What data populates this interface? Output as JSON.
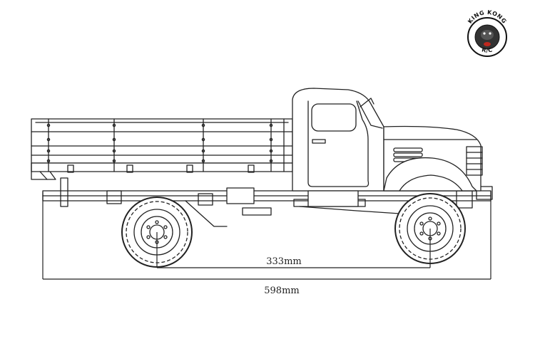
{
  "logo": {
    "top_text": "KING KONG",
    "bottom_text": "R/C"
  },
  "dimensions": {
    "wheelbase_label": "333mm",
    "overall_length_label": "598mm"
  },
  "colors": {
    "line": "#222222",
    "logo_red": "#c0281e",
    "background": "#ffffff"
  },
  "icons": {
    "logo": "gorilla-emblem-icon",
    "vehicle": "truck-side-view-drawing"
  }
}
